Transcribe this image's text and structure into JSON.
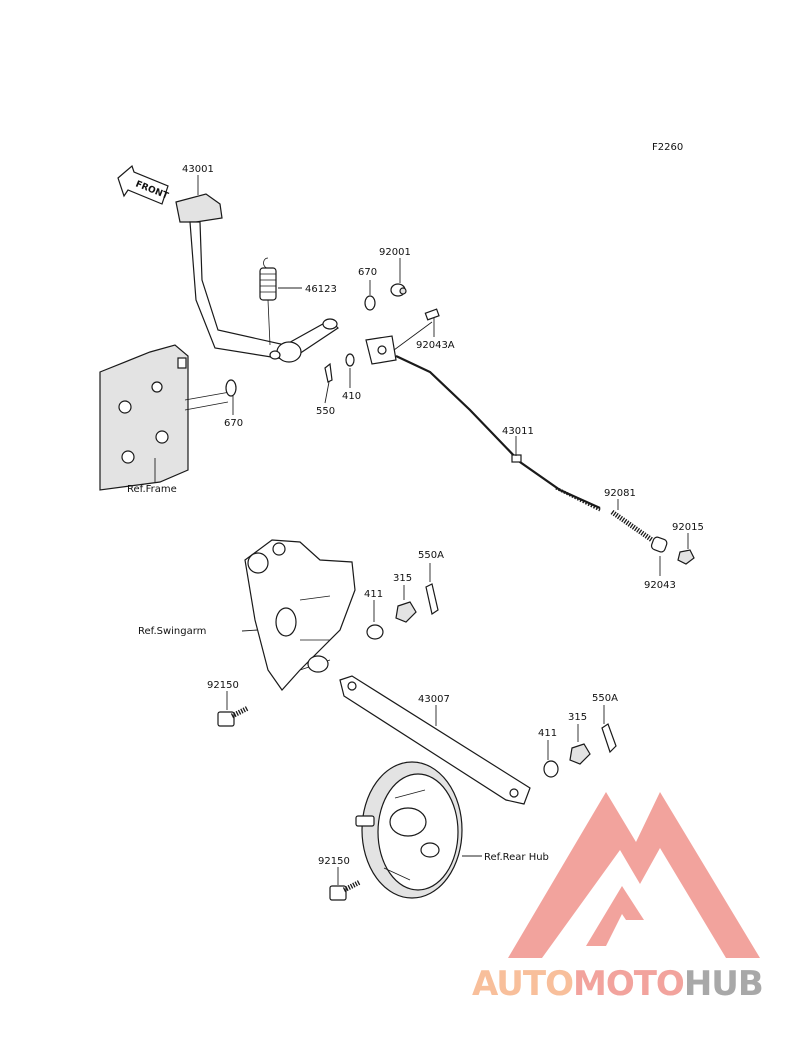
{
  "figure_code": "F2260",
  "front_marker": "FRONT",
  "colors": {
    "line": "#1a1a1a",
    "watermark_red": "#f0938c",
    "watermark_orange": "#f7b48a",
    "watermark_gray": "#9a9a9a"
  },
  "labels": [
    {
      "id": "43001",
      "text": "43001"
    },
    {
      "id": "46123",
      "text": "46123"
    },
    {
      "id": "670a",
      "text": "670"
    },
    {
      "id": "92001",
      "text": "92001"
    },
    {
      "id": "92043A",
      "text": "92043A"
    },
    {
      "id": "670b",
      "text": "670"
    },
    {
      "id": "550",
      "text": "550"
    },
    {
      "id": "410",
      "text": "410"
    },
    {
      "id": "43011",
      "text": "43011"
    },
    {
      "id": "ref-frame",
      "text": "Ref.Frame"
    },
    {
      "id": "92081",
      "text": "92081"
    },
    {
      "id": "92015",
      "text": "92015"
    },
    {
      "id": "92043",
      "text": "92043"
    },
    {
      "id": "550A-top",
      "text": "550A"
    },
    {
      "id": "315-top",
      "text": "315"
    },
    {
      "id": "411-top",
      "text": "411"
    },
    {
      "id": "ref-swingarm",
      "text": "Ref.Swingarm"
    },
    {
      "id": "92150-top",
      "text": "92150"
    },
    {
      "id": "43007",
      "text": "43007"
    },
    {
      "id": "550A-bottom",
      "text": "550A"
    },
    {
      "id": "315-bottom",
      "text": "315"
    },
    {
      "id": "411-bottom",
      "text": "411"
    },
    {
      "id": "ref-rear-hub",
      "text": "Ref.Rear Hub"
    },
    {
      "id": "92150-bottom",
      "text": "92150"
    }
  ],
  "watermark": {
    "part1": "AUTO",
    "part2": "MOTO",
    "part3": "HUB"
  }
}
